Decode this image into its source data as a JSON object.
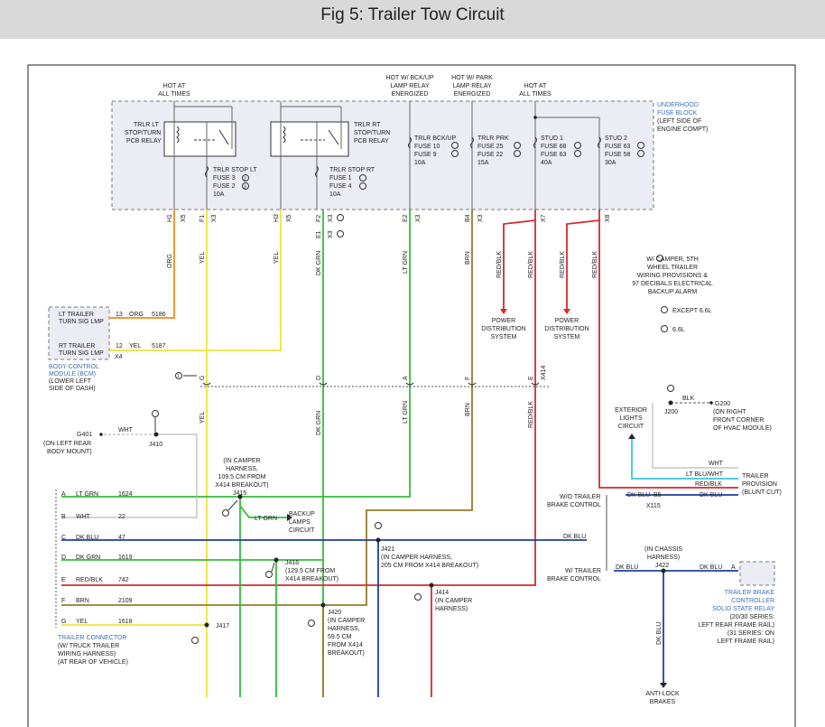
{
  "title": "Fig 5: Trailer Tow Circuit",
  "colors": {
    "org": "#f08a1c",
    "yel": "#f0e23a",
    "grn": "#2fbf3a",
    "blue": "#1b3fa0",
    "red": "#d42a2a",
    "brn": "#9a7a2a",
    "ltblue": "#38c8d8",
    "box": "#ececf5"
  },
  "fuse_block": {
    "hot_labels": [
      "HOT AT",
      "ALL TIMES"
    ],
    "bckup_labels": [
      "HOT W/ BCK/UP",
      "LAMP RELAY",
      "ENERGIZED"
    ],
    "park_labels": [
      "HOT W/ PARK",
      "LAMP RELAY",
      "ENERGIZED"
    ],
    "hot2_labels": [
      "HOT AT",
      "ALL TIMES"
    ],
    "name": [
      "UNDERHOOD",
      "FUSE BLOCK"
    ],
    "location": [
      "(LEFT SIDE OF",
      "ENGINE COMPT)"
    ],
    "relay_lt": [
      "TRLR LT",
      "STOP/TURN",
      "PCB RELAY"
    ],
    "relay_rt": [
      "TRLR RT",
      "STOP/TURN",
      "PCB RELAY"
    ],
    "fuse_stop_lt": [
      "TRLR STOP LT",
      "FUSE 3",
      "FUSE 2",
      "10A"
    ],
    "fuse_stop_rt": [
      "TRLR STOP RT",
      "FUSE 1",
      "FUSE 4",
      "10A"
    ],
    "fuse_bckup": [
      "TRLR BCK/UP",
      "FUSE 10",
      "FUSE 9",
      "10A"
    ],
    "fuse_prk": [
      "TRLR PRK",
      "FUSE 25",
      "FUSE 22",
      "15A"
    ],
    "fuse_stud1": [
      "STUD 1",
      "FUSE 68",
      "FUSE 63",
      "40A"
    ],
    "fuse_stud2": [
      "STUD 2",
      "FUSE 63",
      "FUSE 58",
      "30A"
    ],
    "note2": "2",
    "note3": "3"
  },
  "pins": [
    "H1",
    "X5",
    "F1",
    "X3",
    "H3",
    "X5",
    "F2",
    "X3",
    "E1",
    "X3",
    "E2",
    "X3",
    "B4",
    "X3",
    "X7",
    "X8"
  ],
  "wires": {
    "org": "ORG",
    "yel1": "YEL",
    "yel2": "YEL",
    "dkgrn": "DK GRN",
    "ltgrn": "LT GRN",
    "brn": "BRN",
    "redblk1": "RED/BLK",
    "redblk2": "RED/BLK",
    "redblk3": "RED/BLK",
    "redblk4": "RED/BLK",
    "yel3": "YEL",
    "dkgrn2": "DK GRN",
    "ltgrn2": "LT GRN",
    "brn2": "BRN",
    "redblk5": "RED/BLK",
    "dkblu": "DK BLU"
  },
  "power_dist": [
    "POWER",
    "DISTRIBUTION",
    "SYSTEM"
  ],
  "camper_note": [
    "W/ CAMPER, 5TH",
    "WHEEL TRAILER",
    "WIRING PROVISIONS &",
    "97 DECIBALS ELECTRICAL",
    "BACKUP ALARM"
  ],
  "legend": {
    "except": "EXCEPT 6.6L",
    "six": "6.6L"
  },
  "bcm": {
    "lt_label": [
      "LT TRAILER",
      "TURN SIG LMP"
    ],
    "rt_label": [
      "RT TRAILER",
      "TURN SIG LMP"
    ],
    "lt_pin": "13",
    "lt_color": "ORG",
    "lt_circ": "5186",
    "rt_pin": "12",
    "rt_color": "YEL",
    "rt_circ": "5187",
    "conn": "X4",
    "name": [
      "BODY CONTROL",
      "MODULE (BCM)"
    ],
    "location": [
      "(LOWER LEFT",
      "SIDE OF DASH)"
    ]
  },
  "inline": {
    "letters": [
      "G",
      "D",
      "A",
      "F",
      "E",
      "X414"
    ],
    "note": "1"
  },
  "ground_g401": {
    "name": "G401",
    "loc": "(ON LEFT REAR",
    "loc2": "BODY MOUNT)",
    "wht": "WHT",
    "splice": "J410"
  },
  "g200": {
    "blk": "BLK",
    "name": "G200",
    "loc": [
      "(ON RIGHT",
      "FRONT CORNER",
      "OF HVAC MODULE)"
    ],
    "splice": "J200"
  },
  "ext_lights": [
    "EXTERIOR",
    "LIGHTS",
    "CIRCUIT"
  ],
  "right_wires": {
    "wht": "WHT",
    "ltbluwht": "LT BLU/WHT",
    "redblk": "RED/BLK",
    "dkblu": "DK BLU"
  },
  "trailer_prov": [
    "TRAILER",
    "PROVISION",
    "(BLUNT CUT)"
  ],
  "wo_brake": [
    "W/O TRAILER",
    "BRAKE CONTROL"
  ],
  "w_brake": [
    "W/ TRAILER",
    "BRAKE CONTROL"
  ],
  "b5": "B5",
  "x115": "X115",
  "j415": [
    "(IN CAMPER",
    "HARNESS,",
    "109.5 CM FROM",
    "X414 BREAKOUT)",
    "J415"
  ],
  "backup_lamps": [
    "BACKUP",
    "LAMPS",
    "CIRCUIT"
  ],
  "j416": [
    "J416",
    "(129.5 CM FROM",
    "X414 BREAKOUT)"
  ],
  "j421": [
    "J421",
    "(IN CAMPER HARNESS,",
    "205 CM FROM X414 BREAKOUT)"
  ],
  "j414": [
    "J414",
    "(IN CAMPER",
    "HARNESS)"
  ],
  "j420": [
    "J420",
    "(IN CAMPER",
    "HARNESS,",
    "59.5 CM",
    "FROM X414",
    "BREAKOUT)"
  ],
  "j417": "J417",
  "j422": {
    "chassis": [
      "(IN CHASSIS",
      "HARNESS)"
    ],
    "name": "J422",
    "dkblu": "DK BLU",
    "a": "A"
  },
  "brake_ctrl": [
    "TRAILER BRAKE",
    "CONTROLLER",
    "SOLID STATE RELAY"
  ],
  "brake_series": [
    "(20/30 SERIES:",
    "LEFT REAR FRAME RAIL)",
    "(31 SERIES: ON",
    "LEFT FRAME RAIL)"
  ],
  "anti_lock": [
    "ANTI-LOCK",
    "BRAKES"
  ],
  "trailer_conn": {
    "rows": [
      {
        "pin": "A",
        "color": "LT GRN",
        "circ": "1624"
      },
      {
        "pin": "B",
        "color": "WHT",
        "circ": "22"
      },
      {
        "pin": "C",
        "color": "DK BLU",
        "circ": "47"
      },
      {
        "pin": "D",
        "color": "DK GRN",
        "circ": "1619"
      },
      {
        "pin": "E",
        "color": "RED/BLK",
        "circ": "742"
      },
      {
        "pin": "F",
        "color": "BRN",
        "circ": "2109"
      },
      {
        "pin": "G",
        "color": "YEL",
        "circ": "1618"
      }
    ],
    "name": [
      "TRAILER CONNECTOR",
      "(W/ TRUCK TRAILER",
      "WIRING HARNESS)",
      "(AT REAR OF VEHICLE)"
    ]
  },
  "dkblu_c": "DK BLU"
}
